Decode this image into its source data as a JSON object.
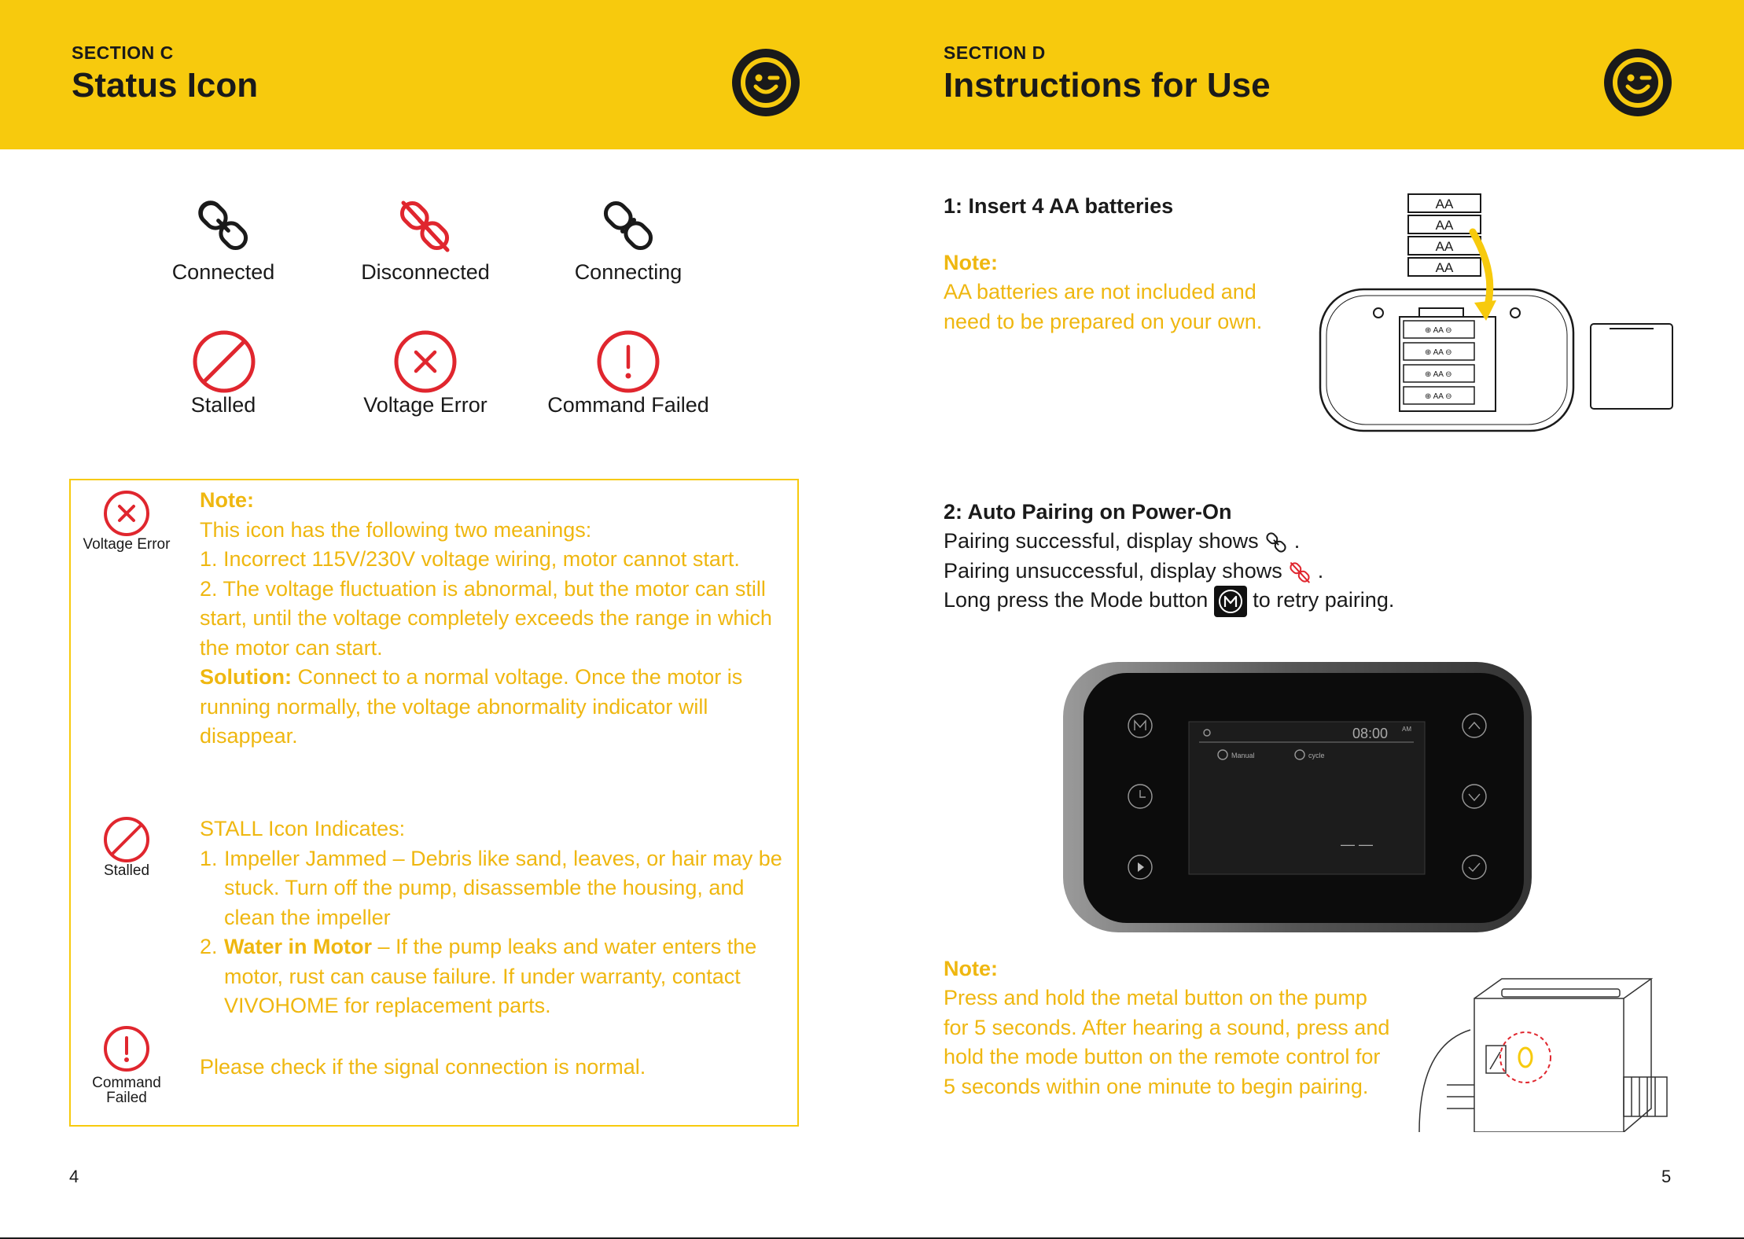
{
  "left_page": {
    "section_label": "SECTION C",
    "section_title": "Status Icon",
    "status_icons": [
      {
        "label": "Connected",
        "icon": "link-icon"
      },
      {
        "label": "Disconnected",
        "icon": "broken-link-icon"
      },
      {
        "label": "Connecting",
        "icon": "connecting-link-icon"
      },
      {
        "label": "Stalled",
        "icon": "prohibited-icon"
      },
      {
        "label": "Voltage Error",
        "icon": "x-circle-icon"
      },
      {
        "label": "Command Failed",
        "icon": "exclamation-circle-icon"
      }
    ],
    "note_box": {
      "voltage_label": "Voltage Error",
      "stalled_label": "Stalled",
      "command_label": "Command Failed",
      "note_title": "Note:",
      "intro": "This icon has the following two meanings:",
      "meaning_1": "1. Incorrect 115V/230V voltage wiring, motor cannot start.",
      "meaning_2": "2. The voltage fluctuation is abnormal, but the motor can still start, until the voltage completely exceeds the range in which the motor can start.",
      "solution_label": "Solution:",
      "solution_text": " Connect to a normal voltage. Once the motor is running normally, the voltage abnormality indicator will disappear.",
      "stall_intro": "STALL Icon Indicates:",
      "stall_1_num": "1.",
      "stall_1": "Impeller Jammed – Debris like sand, leaves, or hair may be stuck. Turn off the pump, disassemble the housing, and clean the impeller",
      "stall_2_num": "2.",
      "stall_2_bold": "Water in Motor",
      "stall_2": " – If the pump leaks and water enters the motor, rust can cause failure. If under warranty, contact VIVOHOME for replacement parts.",
      "command_text": "Please check if the signal connection is normal."
    },
    "page_number": "4"
  },
  "right_page": {
    "section_label": "SECTION D",
    "section_title": "Instructions for Use",
    "step1_title": "1: Insert 4 AA batteries",
    "step1_note_title": "Note:",
    "step1_note": "AA batteries are not included and need to be prepared on your own.",
    "battery_label": "AA",
    "step2_title": "2: Auto Pairing on Power-On",
    "pair_success_a": "Pairing successful, display shows",
    "pair_success_b": ".",
    "pair_fail_a": "Pairing unsuccessful, display shows",
    "pair_fail_b": ".",
    "long_press_a": "Long press the Mode button",
    "long_press_b": "to retry pairing.",
    "remote_screen": {
      "time": "08:00",
      "ampm": "AM",
      "mode_1": "Manual",
      "mode_2": "cycle",
      "dashes": "— —"
    },
    "step2_note_title": "Note:",
    "step2_note": "Press and hold the metal button on the pump for 5 seconds. After hearing a sound, press and hold the mode button on the remote control for 5 seconds within one minute to begin pairing.",
    "page_number": "5"
  },
  "colors": {
    "brand_yellow": "#F7CA0D",
    "note_yellow": "#EFB710",
    "status_red": "#E0262E",
    "dark": "#1a1a1a"
  }
}
